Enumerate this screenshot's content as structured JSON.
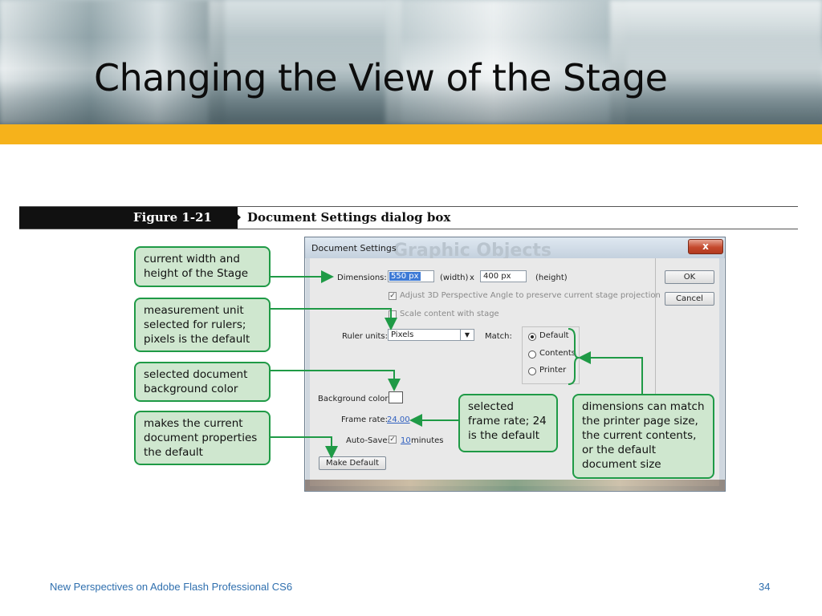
{
  "slide": {
    "title": "Changing the View of the Stage",
    "footer_left": "New Perspectives on Adobe Flash Professional CS6",
    "page_number": "34",
    "accent_color": "#f6b21b"
  },
  "figure": {
    "number": "Figure 1-21",
    "caption": "Document Settings dialog box"
  },
  "dialog": {
    "title": "Document Settings",
    "close_symbol": "x",
    "dimensions_label": "Dimensions:",
    "width_value": "550 px",
    "width_suffix": "(width)",
    "times": "x",
    "height_value": "400 px",
    "height_suffix": "(height)",
    "ok_label": "OK",
    "cancel_label": "Cancel",
    "adjust_3d_label": "Adjust 3D Perspective Angle to preserve current stage projection",
    "scale_content_label": "Scale content with stage",
    "ruler_units_label": "Ruler units:",
    "ruler_units_value": "Pixels",
    "match_label": "Match:",
    "match_options": [
      "Default",
      "Contents",
      "Printer"
    ],
    "match_selected": "Default",
    "background_color_label": "Background color:",
    "background_color_value": "#ffffff",
    "frame_rate_label": "Frame rate:",
    "frame_rate_value": "24.00",
    "autosave_label": "Auto-Save:",
    "autosave_value": "10",
    "autosave_unit": "minutes",
    "make_default_label": "Make Default"
  },
  "callouts": {
    "dimensions": "current width and height of the Stage",
    "ruler_units": "measurement unit selected for rulers; pixels is the default",
    "background": "selected document background color",
    "make_default": "makes the current document properties the default",
    "frame_rate": "selected frame rate; 24 is the default",
    "match": "dimensions can match the printer page size, the current contents, or the default document size",
    "callout_color": "#1f9a46"
  }
}
